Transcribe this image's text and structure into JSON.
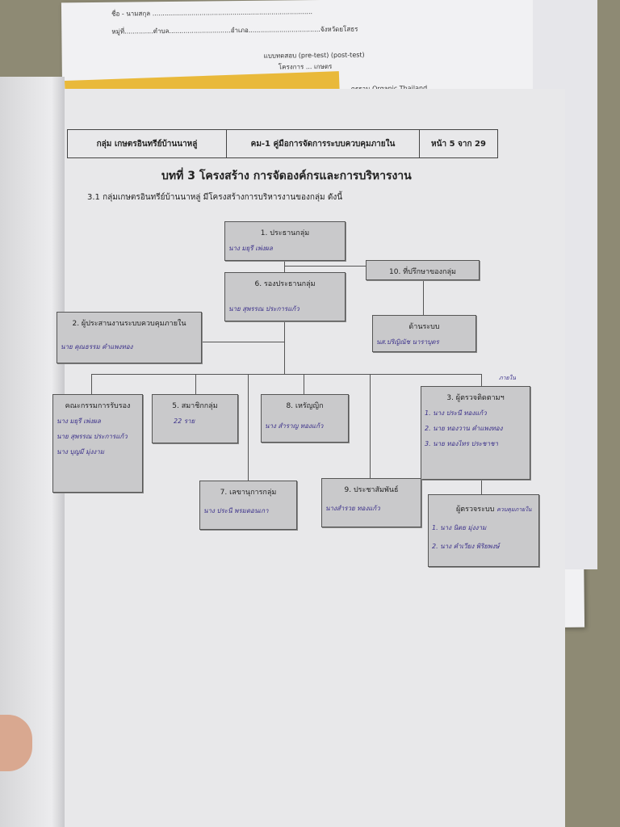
{
  "back_sheet": {
    "name_line": "ชื่อ - นามสกุล ..............................................................................",
    "address_line": "หมู่ที่..............ตำบล..............................อำเภอ...................................จังหวัดยโสธร",
    "test_title": "แบบทดสอบ (pre-test) (post-test)",
    "project_line": "โครงการ ... เกษตร",
    "standard_line": "...ตรฐาน Organic Thailand"
  },
  "header": {
    "group": "กลุ่ม เกษตรอินทรีย์บ้านนาหลู่",
    "manual": "คม-1 คู่มือการจัดการระบบควบคุมภายใน",
    "page": "หน้า 5 จาก 29"
  },
  "chapter_title": "บทที่ 3  โครงสร้าง การจัดองค์กรและการบริหารงาน",
  "section_intro": "3.1 กลุ่มเกษตรอินทรีย์บ้านนาหลู่ มีโครงสร้างการบริหารงานของกลุ่ม ดังนี้",
  "org_chart": {
    "president": {
      "title": "1. ประธานกลุ่ม",
      "names": [
        "นาง มยุรี เพ่งผล"
      ]
    },
    "advisor": {
      "title": "10. ที่ปรึกษาของกลุ่ม"
    },
    "vice_president": {
      "title": "6. รองประธานกลุ่ม",
      "names": [
        "นาย สุพรรณ ประการแก้ว"
      ]
    },
    "coordinator": {
      "title": "2. ผู้ประสานงานระบบควบคุมภายใน",
      "names": [
        "นาย คุณธรรม คำแพงทอง"
      ]
    },
    "system_side": {
      "title": "ด้านระบบ",
      "names": [
        "นส.ปริญิณัช นาราบุตร"
      ]
    },
    "committee": {
      "title": "คณะกรรมการรับรอง",
      "names": [
        "นาง มยุรี เพ่งผล",
        "นาย สุพรรณ ประการแก้ว",
        "นาง บุญมี มุ่งงาม"
      ]
    },
    "members": {
      "title": "5. สมาชิกกลุ่ม",
      "names": [
        "22 ราย"
      ]
    },
    "treasurer": {
      "title": "8. เหรัญญิก",
      "names": [
        "นาง สำราญ ทองแก้ว"
      ]
    },
    "inspector": {
      "title": "3. ผู้ตรวจติดตามฯ",
      "names": [
        "1. นาง ประนี ทองแก้ว",
        "2. นาย ทองวาน คำแพงทอง",
        "3. นาย ทองไทร ประชาชา"
      ],
      "note": "ภายใน"
    },
    "secretary": {
      "title": "7. เลขานุการกลุ่ม",
      "names": [
        "นาง ประนี พรมดอนเกา"
      ]
    },
    "pr": {
      "title": "9. ประชาสัมพันธ์",
      "names": [
        "นางสำรวย ทองแก้ว"
      ]
    },
    "auditor": {
      "title": "ผู้ตรวจระบบ",
      "note": "ควบคุมภายใน",
      "names": [
        "1. นาง นิตย มุ่งงาม",
        "2. นาง คำเวียง พิริยพงษ์"
      ]
    }
  }
}
